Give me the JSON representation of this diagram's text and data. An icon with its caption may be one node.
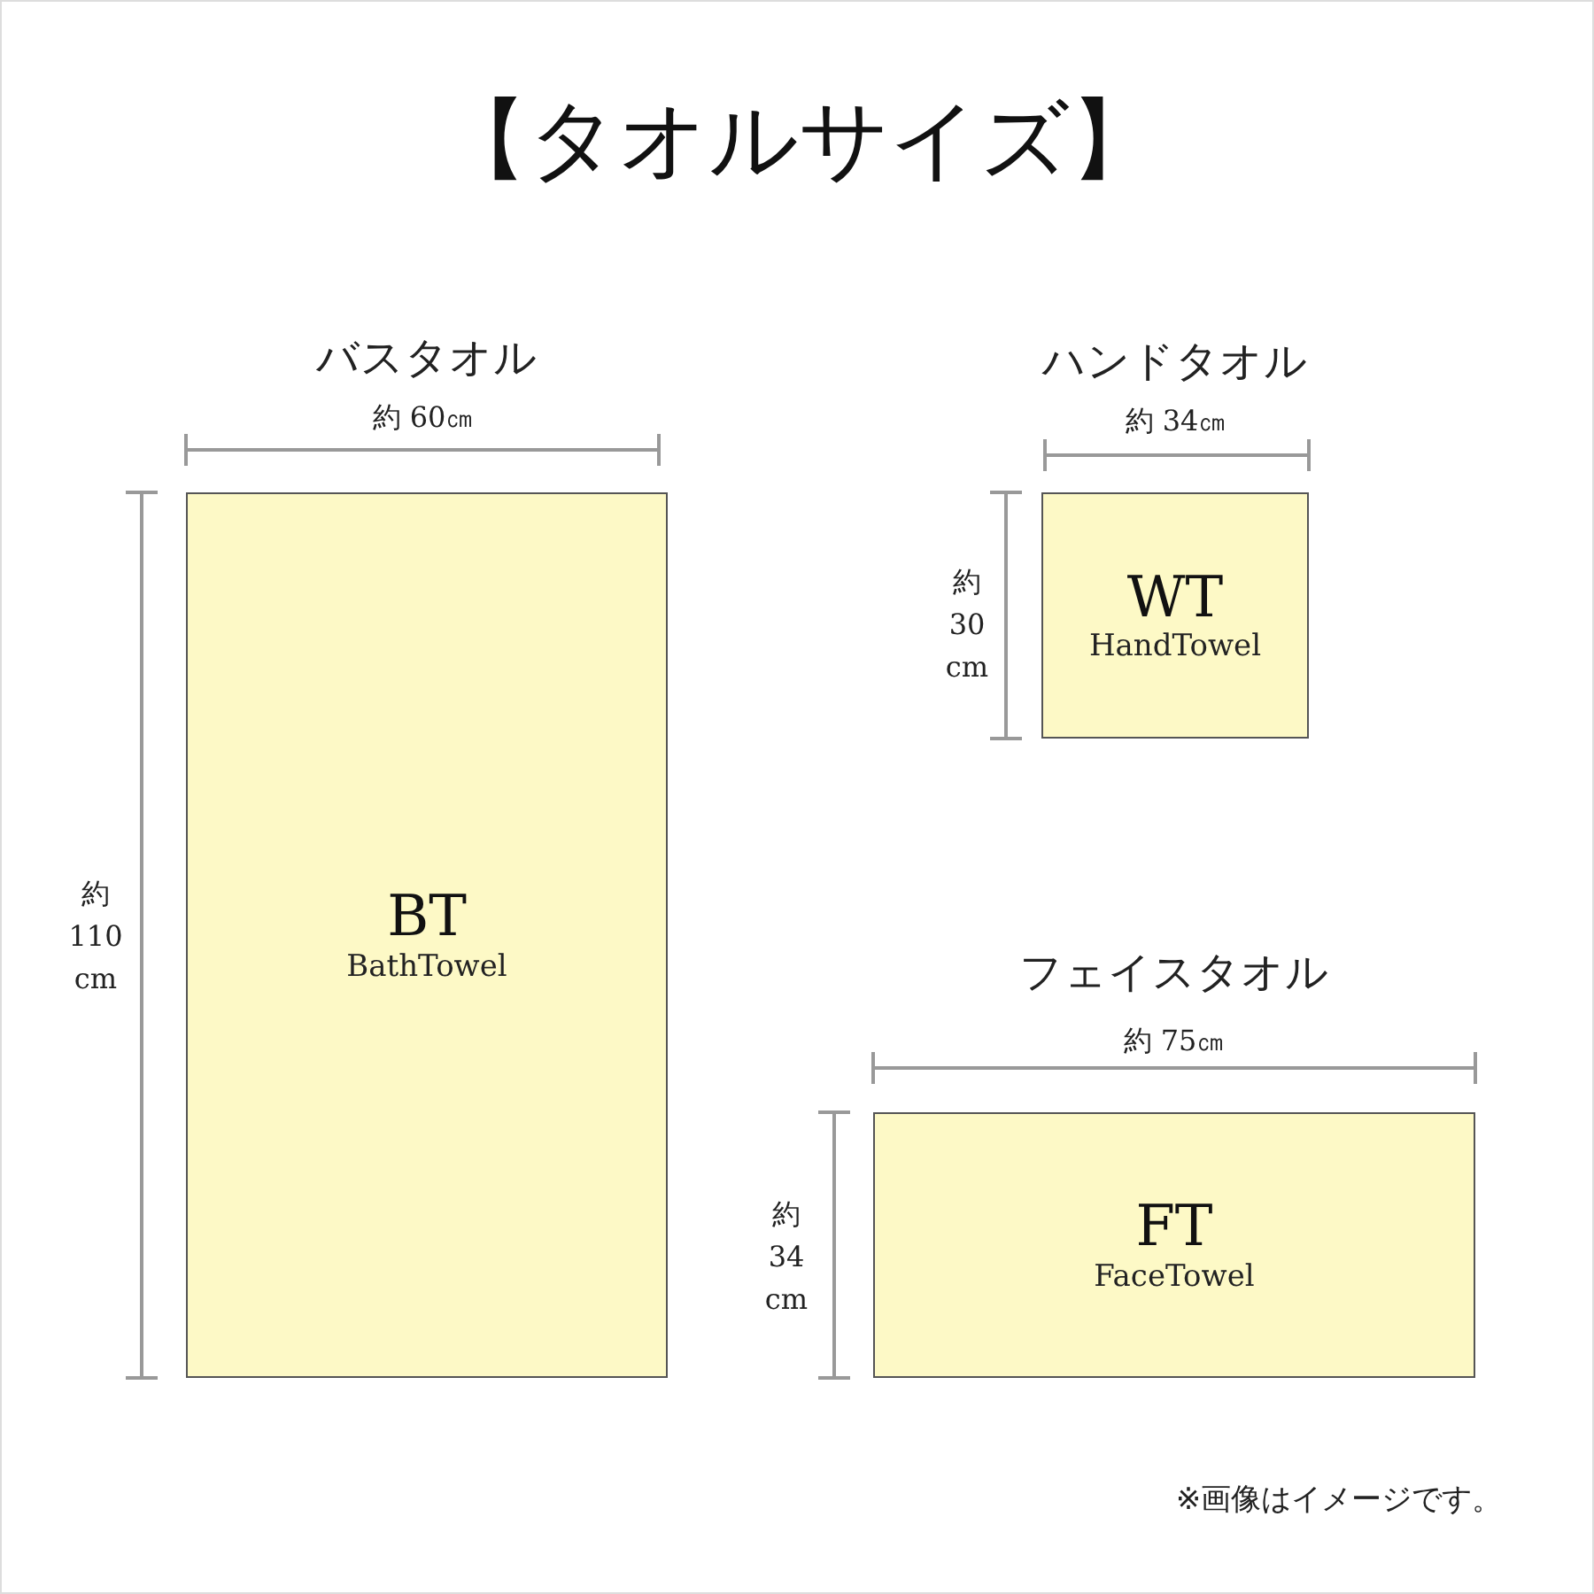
{
  "diagram": {
    "title": "【タオルサイズ】",
    "nodes": [
      {
        "text": [
          "バスタオル",
          "BT",
          "BathTowel"
        ]
      },
      {
        "text": [
          "ハンドタオル",
          "WT",
          "HandTowel"
        ]
      },
      {
        "text": [
          "フェイスタオル",
          "FT",
          "FaceTowel"
        ]
      }
    ],
    "labels": [
      "約 60㎝",
      "約 34㎝",
      "約 30 cm",
      "約 110 cm",
      "約 75㎝",
      "約 34 cm",
      "※画像はイメージです。"
    ]
  }
}
